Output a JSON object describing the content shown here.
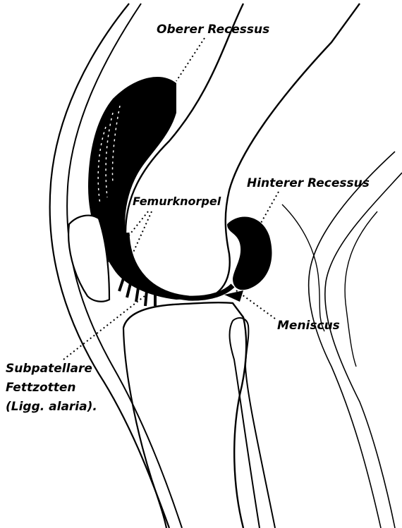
{
  "labels": {
    "upper_recess": "Oberer Recessus",
    "posterior_recess": "Hinterer Recessus",
    "femoral_cartilage": "Femurknorpel",
    "meniscus": "Meniscus",
    "subpatellar_line1": "Subpatellare",
    "subpatellar_line2": "Fettzotten",
    "subpatellar_line3": "(Ligg. alaria)."
  },
  "colors": {
    "ink": "#000000",
    "paper": "#ffffff"
  }
}
